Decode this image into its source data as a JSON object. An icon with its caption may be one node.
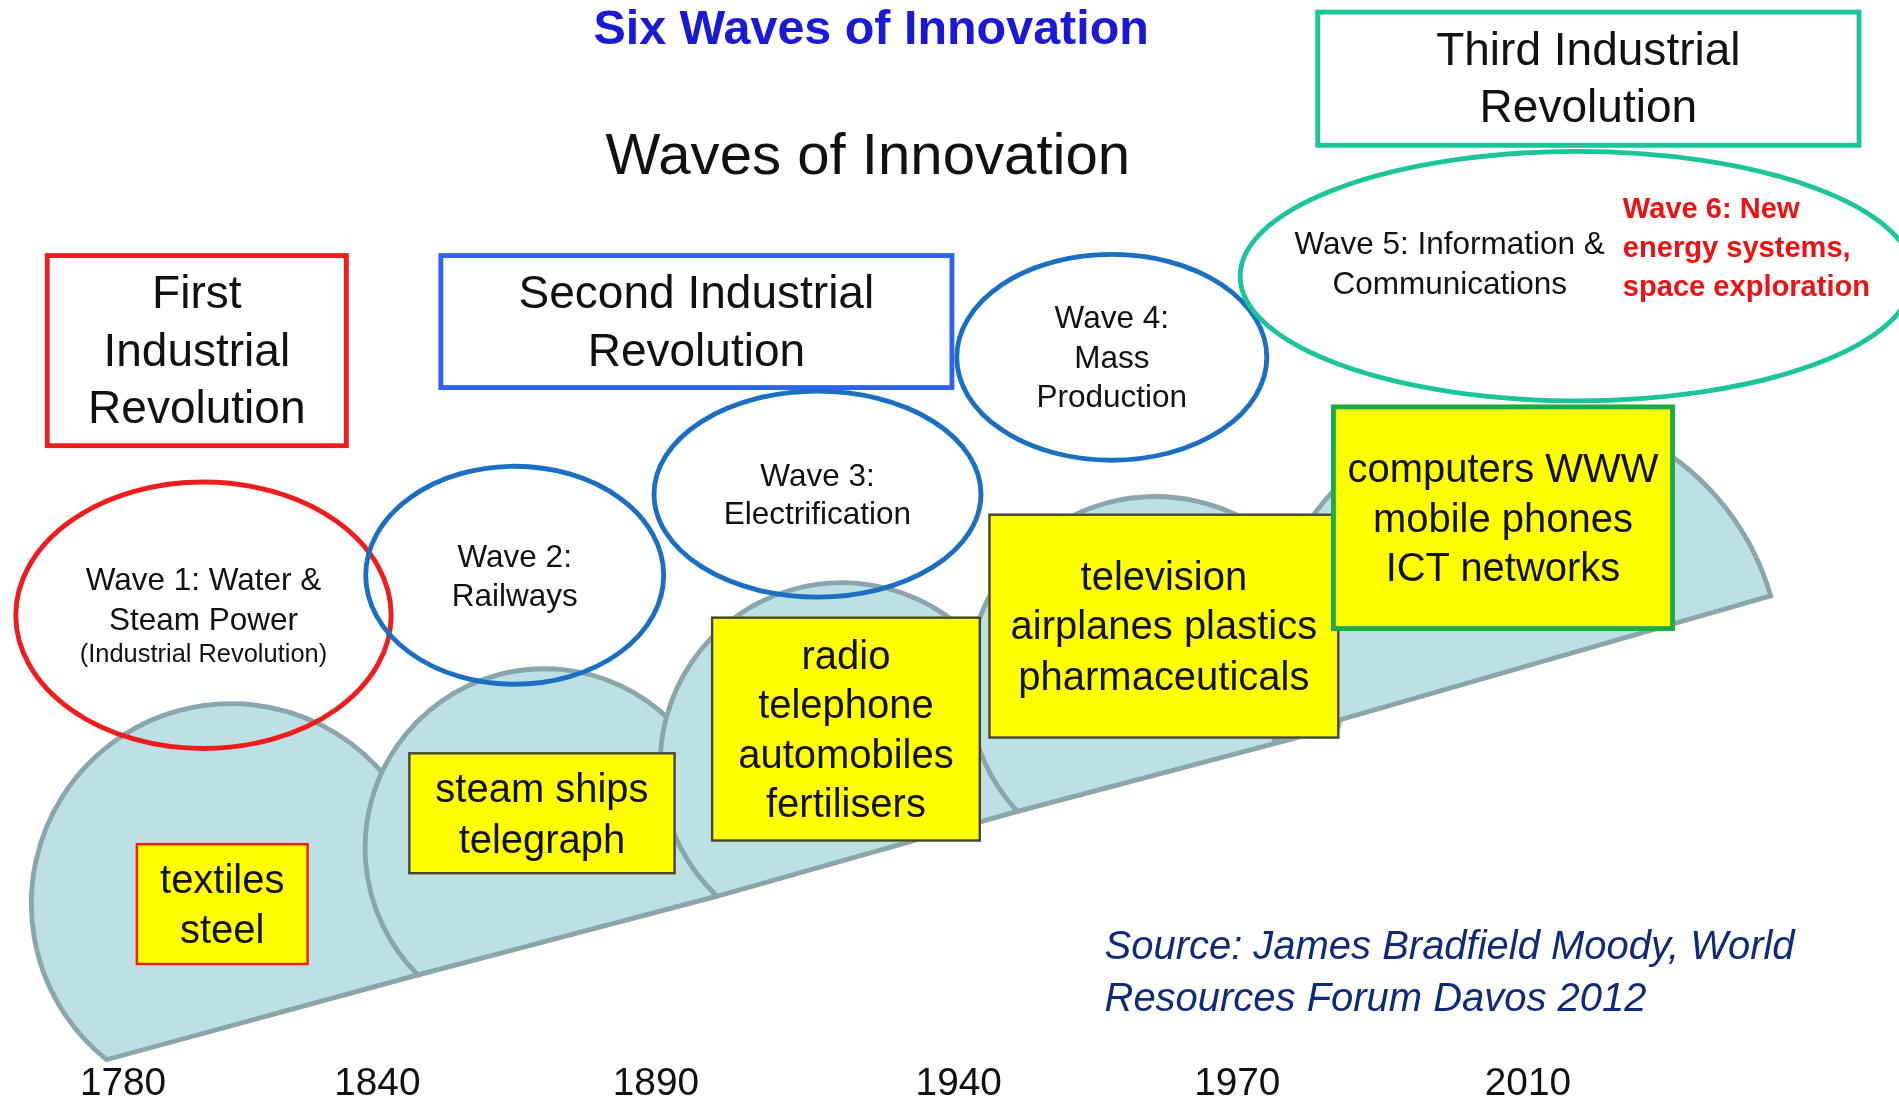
{
  "diagram": {
    "title": "Six Waves of Innovation",
    "nodes": [
      {
        "text": [
          "First Industrial Revolution"
        ]
      },
      {
        "text": [
          "Second Industrial Revolution"
        ]
      },
      {
        "text": [
          "Third Industrial Revolution"
        ]
      },
      {
        "text": [
          "Wave 1: Water & Steam Power",
          "(Industrial Revolution)"
        ]
      },
      {
        "text": [
          "Wave 2: Railways"
        ]
      },
      {
        "text": [
          "Wave 3: Electrification"
        ]
      },
      {
        "text": [
          "Wave 4: Mass Production"
        ]
      },
      {
        "text": [
          "Wave 5: Information & Communications",
          "Wave 6: New energy systems, space exploration"
        ]
      },
      {
        "text": [
          "textiles steel"
        ]
      },
      {
        "text": [
          "steam ships telegraph"
        ]
      },
      {
        "text": [
          "radio telephone automobiles fertilisers"
        ]
      },
      {
        "text": [
          "television airplanes plastics pharmaceuticals"
        ]
      },
      {
        "text": [
          "computers WWW mobile phones ICT networks"
        ]
      }
    ],
    "edges": [],
    "labels": [
      "Waves of Innovation",
      "Source: James Bradfield Moody, World Resources Forum Davos 2012",
      "1780",
      "1840",
      "1890",
      "1940",
      "1970",
      "2010"
    ]
  }
}
